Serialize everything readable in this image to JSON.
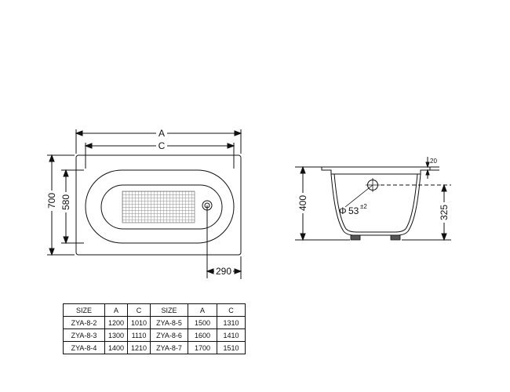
{
  "plan": {
    "dim_a": "A",
    "dim_c": "C",
    "dim_700": "700",
    "dim_580": "580",
    "dim_290": "290"
  },
  "section": {
    "dim_20": "20",
    "dim_400": "400",
    "dim_325": "325",
    "drain_phi": "Φ",
    "drain_diameter": "53",
    "drain_tolerance": "±2"
  },
  "table": {
    "headers": [
      "SIZE",
      "A",
      "C",
      "SIZE",
      "A",
      "C"
    ],
    "rows": [
      [
        "ZYA-8-2",
        "1200",
        "1010",
        "ZYA-8-5",
        "1500",
        "1310"
      ],
      [
        "ZYA-8-3",
        "1300",
        "1110",
        "ZYA-8-6",
        "1600",
        "1410"
      ],
      [
        "ZYA-8-4",
        "1400",
        "1210",
        "ZYA-8-7",
        "1700",
        "1510"
      ]
    ]
  }
}
